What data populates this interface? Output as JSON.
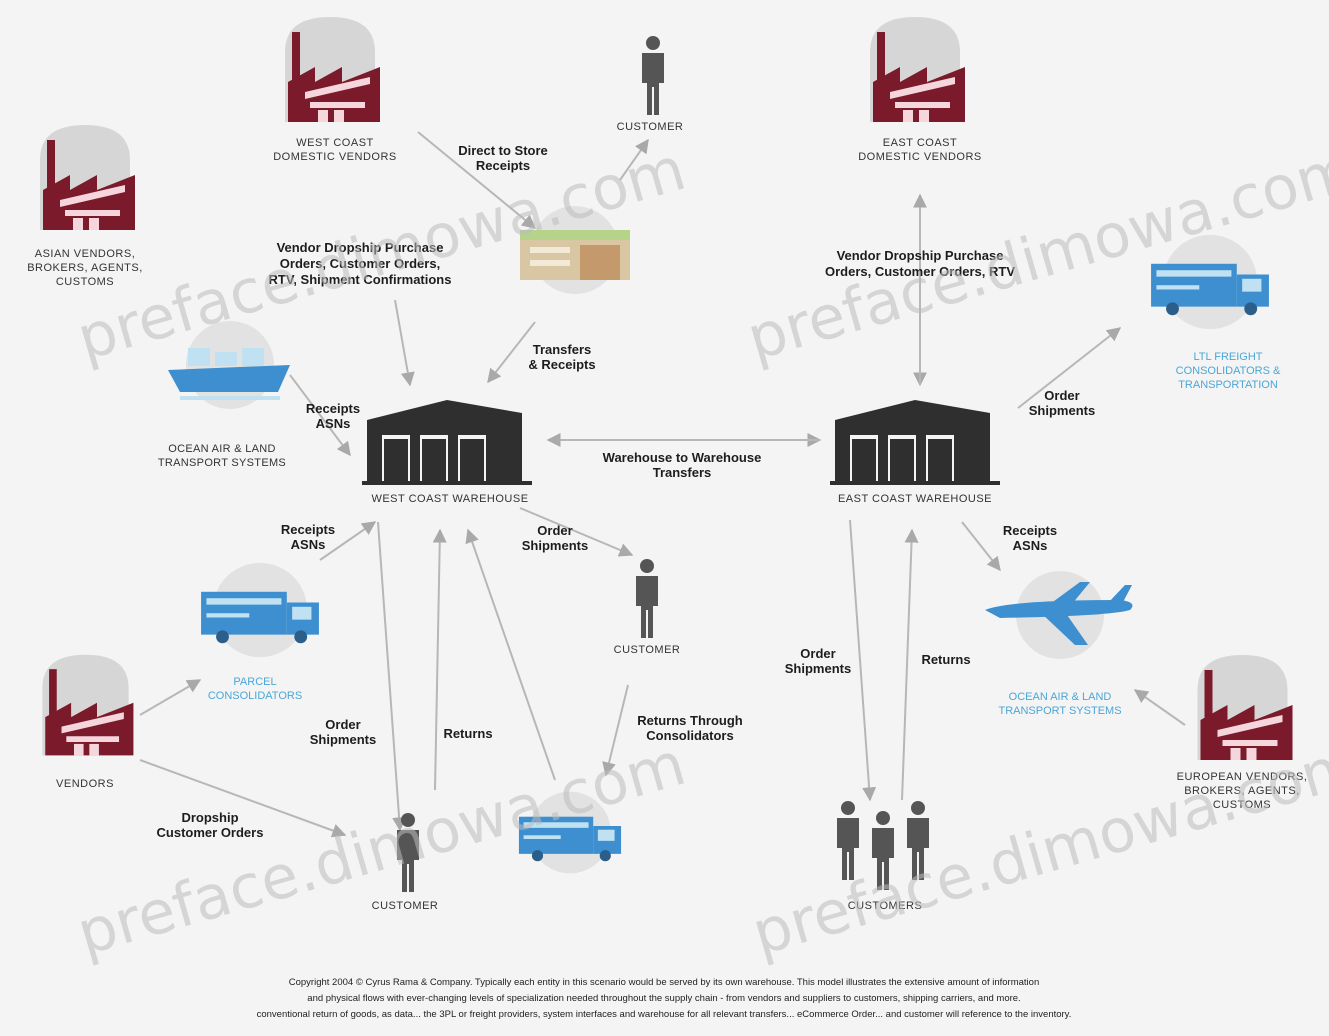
{
  "nodes": {
    "west_coast_domestic_vendors": {
      "label": "WEST COAST\nDOMESTIC VENDORS"
    },
    "east_coast_domestic_vendors": {
      "label": "EAST COAST\nDOMESTIC VENDORS"
    },
    "asian_vendors": {
      "label": "ASIAN VENDORS,\nBROKERS, AGENTS,\nCUSTOMS"
    },
    "vendors": {
      "label": "VENDORS"
    },
    "european_vendors": {
      "label": "EUROPEAN VENDORS,\nBROKERS, AGENTS,\nCUSTOMS"
    },
    "customer_top": {
      "label": "CUSTOMER"
    },
    "customer_mid": {
      "label": "CUSTOMER"
    },
    "customer_bottom": {
      "label": "CUSTOMER"
    },
    "customers_east": {
      "label": "CUSTOMERS"
    },
    "west_coast_warehouse": {
      "label": "WEST COAST WAREHOUSE"
    },
    "east_coast_warehouse": {
      "label": "EAST COAST WAREHOUSE"
    },
    "ocean_carrier": {
      "label": "OCEAN AIR & LAND\nTRANSPORT SYSTEMS"
    },
    "parcel_carrier": {
      "label": "PARCEL\nCONSOLIDATORS"
    },
    "air_carrier": {
      "label": "OCEAN AIR & LAND\nTRANSPORT SYSTEMS"
    },
    "truck_east": {
      "label": "LTL FREIGHT\nCONSOLIDATORS &\nTRANSPORTATION"
    }
  },
  "flows": {
    "direct_to_store": "Direct to Store\nReceipts",
    "vendor_dropship_west": "Vendor Dropship Purchase\nOrders, Customer Orders,\nRTV, Shipment Confirmations",
    "vendor_dropship_east": "Vendor Dropship Purchase\nOrders, Customer Orders, RTV",
    "transfers_receipts": "Transfers\n& Receipts",
    "receipts_asns_west_top": "Receipts\nASNs",
    "receipts_asns_west_bottom": "Receipts\nASNs",
    "receipts_asns_east": "Receipts\nASNs",
    "warehouse_transfers": "Warehouse to Warehouse\nTransfers",
    "order_shipments_west": "Order\nShipments",
    "order_shipments_left": "Order\nShipments",
    "order_shipments_east_top": "Order\nShipments",
    "order_shipments_east": "Order\nShipments",
    "returns_west": "Returns",
    "returns_east": "Returns",
    "returns_through_consolidators": "Returns Through\nConsolidators",
    "dropship_customer_orders": "Dropship\nCustomer Orders"
  },
  "watermark": "preface.dimowa.com",
  "copyright": [
    "Copyright 2004 © Cyrus Rama & Company. Typically each entity in this scenario would be served by its own warehouse. This model illustrates the extensive amount of information",
    "and physical flows with ever-changing levels of specialization needed throughout the supply chain - from vendors and suppliers to customers, shipping carriers, and more.",
    "conventional return of goods, as data... the 3PL or freight providers, system interfaces and warehouse for all relevant transfers... eCommerce Order... and customer will reference to the inventory."
  ],
  "colors": {
    "factory": "#7a1a2a",
    "factory_bg": "#f5d6dc",
    "warehouse": "#2f2f2f",
    "carrier_blue": "#3d8fd0",
    "light_blue": "#bfe1f2",
    "arrow": "#b7b7b7"
  }
}
